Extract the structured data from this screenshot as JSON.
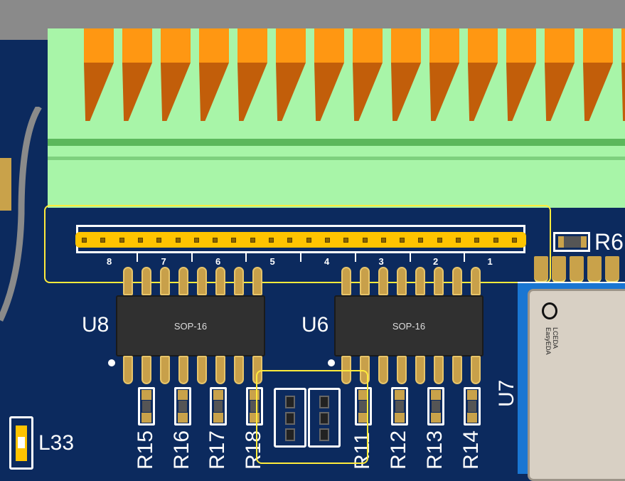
{
  "board": {
    "colors": {
      "pcb": "#0c2a5e",
      "terminal": "#a8f5a8",
      "lever": "#ff9712",
      "header": "#ffc400",
      "outline": "#ffeb3b"
    }
  },
  "header": {
    "group_labels": [
      "8",
      "7",
      "6",
      "5",
      "4",
      "3",
      "2",
      "1"
    ]
  },
  "ics": [
    {
      "ref": "U8",
      "package": "SOP-16"
    },
    {
      "ref": "U6",
      "package": "SOP-16"
    }
  ],
  "resistors_left": [
    "R15",
    "R16",
    "R17",
    "R18"
  ],
  "resistors_right": [
    "R11",
    "R12",
    "R13",
    "R14"
  ],
  "r6": {
    "ref": "R6"
  },
  "module": {
    "ref": "U7",
    "logo_text": "LCEDA",
    "logo_text2": "EasyEDA"
  },
  "inductor": {
    "ref": "L33"
  }
}
